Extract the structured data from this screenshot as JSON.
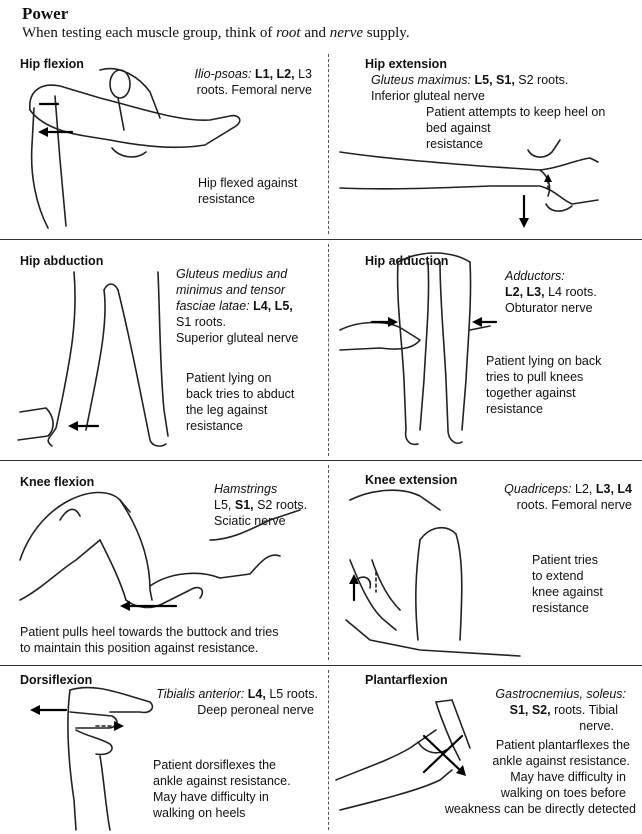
{
  "header": {
    "title": "Power",
    "subtitle_pre": "When testing each muscle group, think of ",
    "subtitle_root": "root",
    "subtitle_mid": " and ",
    "subtitle_nerve": "nerve",
    "subtitle_post": " supply."
  },
  "panels": {
    "hip_flexion": {
      "title": "Hip flexion",
      "muscle": "Ilio-psoas:",
      "roots_bold": " L1, L2,",
      "roots_rest": " L3",
      "nerve": "roots. Femoral nerve",
      "note_1": "Hip flexed against",
      "note_2": "resistance"
    },
    "hip_extension": {
      "title": "Hip extension",
      "muscle": "Gluteus maximus:",
      "roots_bold": " L5, S1,",
      "roots_rest": " S2 roots.",
      "nerve": "Inferior gluteal nerve",
      "note_1": "Patient attempts to keep heel on",
      "note_2": "bed against",
      "note_3": "resistance"
    },
    "hip_abduction": {
      "title": "Hip abduction",
      "muscle_1": "Gluteus medius and",
      "muscle_2": "minimus and tensor",
      "muscle_3": "fasciae latae:",
      "roots_bold": " L4, L5,",
      "roots_rest": "S1 roots.",
      "nerve": "Superior gluteal nerve",
      "note_1": "Patient lying on",
      "note_2": "back tries to abduct",
      "note_3": "the leg against",
      "note_4": "resistance"
    },
    "hip_adduction": {
      "title": "Hip adduction",
      "muscle": "Adductors:",
      "roots_bold": "L2, L3,",
      "roots_rest": " L4 roots.",
      "nerve": "Obturator nerve",
      "note_1": "Patient lying on back",
      "note_2": "tries to pull knees",
      "note_3": "together against",
      "note_4": "resistance"
    },
    "knee_flexion": {
      "title": "Knee flexion",
      "muscle": "Hamstrings",
      "roots_pre": "L5, ",
      "roots_bold": "S1,",
      "roots_rest": " S2 roots.",
      "nerve": "Sciatic nerve",
      "note_1": "Patient pulls heel towards the buttock and tries",
      "note_2": "to maintain this position against resistance."
    },
    "knee_extension": {
      "title": "Knee extension",
      "muscle": "Quadriceps:",
      "roots_pre": " L2, ",
      "roots_bold": "L3, L4",
      "nerve": "roots. Femoral nerve",
      "note_1": "Patient tries",
      "note_2": "to extend",
      "note_3": "knee against",
      "note_4": "resistance"
    },
    "dorsiflexion": {
      "title": "Dorsiflexion",
      "muscle": "Tibialis anterior:",
      "roots_bold": " L4,",
      "roots_rest": " L5 roots.",
      "nerve": "Deep peroneal nerve",
      "note_1": "Patient dorsiflexes the",
      "note_2": "ankle against resistance.",
      "note_3": "May have difficulty in",
      "note_4": "walking on heels"
    },
    "plantarflexion": {
      "title": "Plantarflexion",
      "muscle": "Gastrocnemius, soleus:",
      "roots_bold": "S1, S2,",
      "roots_rest": " roots. Tibial",
      "nerve": "nerve.",
      "note_1": "Patient plantarflexes the",
      "note_2": "ankle against resistance.",
      "note_3": "May have difficulty in",
      "note_4": "walking on toes before",
      "note_5": "weakness can be directly detected"
    }
  },
  "icons": {
    "arrow": "resistance-arrow-icon",
    "figure": "leg-illustration"
  }
}
